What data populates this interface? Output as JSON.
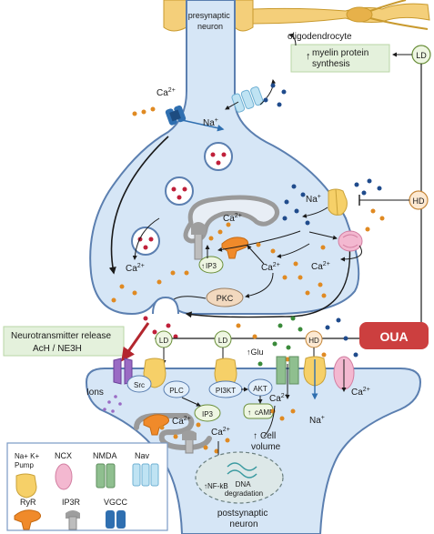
{
  "labels": {
    "presynaptic": "presynaptic neuron",
    "oligodendrocyte": "oligodendrocyte",
    "myelin": "myelin protein synthesis",
    "ld": "LD",
    "hd": "HD",
    "ca2_top": "Ca",
    "na_top": "Na",
    "na_mid": "Na",
    "ca2_vesicle": "Ca",
    "ca2_mid": "Ca",
    "ca2_left": "Ca",
    "ca2_right": "Ca",
    "ip3_pre": "IP3",
    "pkc": "PKC",
    "neurotransmitter_line1": "Neurotransmitter release",
    "neurotransmitter_line2": "AcH / NE3H",
    "oua": "OUA",
    "glu": "Glu",
    "ions": "Ions",
    "src": "Src",
    "plc": "PLC",
    "pi3kt": "PI3KT",
    "akt": "AKT",
    "ip3_post": "IP3",
    "camp": "cAMP",
    "ca2_post1": "Ca",
    "ca2_post2": "Ca",
    "ca2_post3": "Ca",
    "ca2_post4": "Ca",
    "na_post": "Na",
    "cell_volume_line1": "Cell",
    "cell_volume_line2": "volume",
    "nfkb": "NF-kB",
    "dna_line1": "DNA",
    "dna_line2": "degradation",
    "postsynaptic_line1": "postsynaptic",
    "postsynaptic_line2": "neuron",
    "sup_plus": "+",
    "sup_2plus": "2+"
  },
  "legend": {
    "nak_line1": "Na+ K+",
    "nak_line2": "Pump",
    "ncx": "NCX",
    "nmda": "NMDA",
    "nav": "Nav",
    "ryr": "RyR",
    "ip3r": "IP3R",
    "vgcc": "VGCC"
  },
  "colors": {
    "neuron_fill": "#d6e6f6",
    "neuron_stroke": "#5b7fb0",
    "oligo": "#f4cf7a",
    "green_box": "#e4f1dc",
    "oua": "#cc3f3f",
    "ld_fill": "#eef6e2",
    "ld_stroke": "#6a8f3a",
    "hd_fill": "#fde9d2",
    "hd_stroke": "#c5873a",
    "dot_red": "#c0203a",
    "dot_blue": "#1f4b8c",
    "dot_orange": "#e08a22",
    "dot_green": "#3a8a3a",
    "pump_yellow": "#f6d068",
    "ncx_pink": "#f3b8d0",
    "nmda_green": "#8fbf8f",
    "nav_light": "#bfe3f3",
    "ryr_orange": "#f08a2a",
    "ip3r_gray": "#bdbdbd",
    "vgcc_blue": "#2f6fb0"
  }
}
